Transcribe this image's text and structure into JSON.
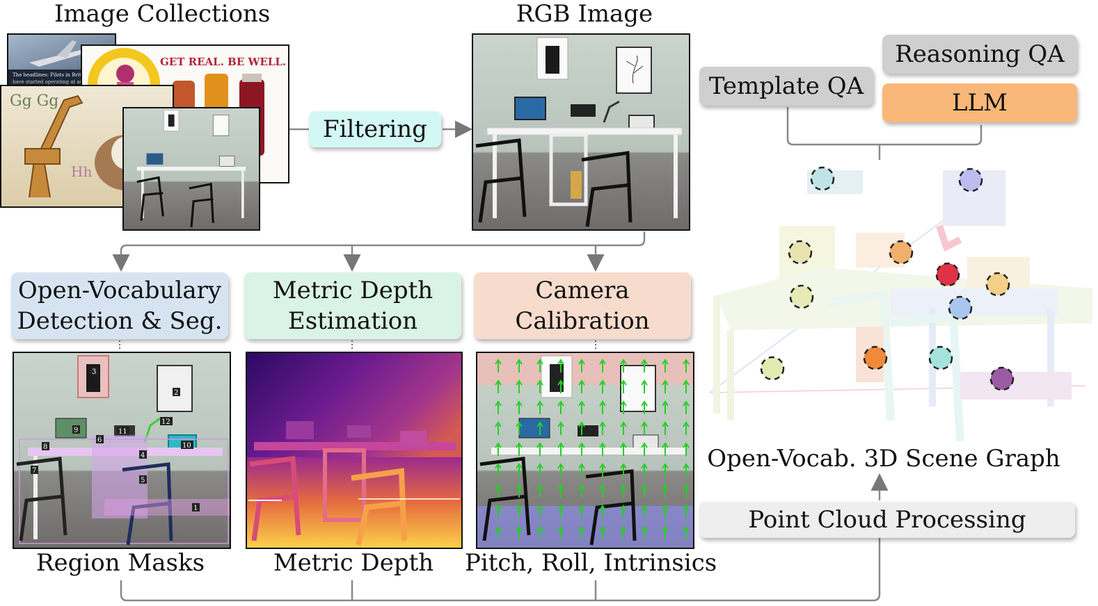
{
  "headers": {
    "image_collections": "Image Collections",
    "rgb_image": "RGB Image"
  },
  "collage_text": {
    "news_line1": "The headlines: Pilots in Britain",
    "news_line2": "have started operating at air",
    "banner": "GET REAL. BE WELL.",
    "letters1": "Gg Gg",
    "letters2": "Hh"
  },
  "steps": {
    "filtering": "Filtering",
    "detection_line1": "Open-Vocabulary",
    "detection_line2": "Detection & Seg.",
    "depth_line1": "Metric Depth",
    "depth_line2": "Estimation",
    "camera_line1": "Camera",
    "camera_line2": "Calibration",
    "point_cloud": "Point Cloud Processing",
    "template_qa": "Template QA",
    "reasoning_qa": "Reasoning QA",
    "llm": "LLM"
  },
  "outputs": {
    "region_masks": "Region Masks",
    "metric_depth": "Metric Depth",
    "pitch_roll": "Pitch, Roll, Intrinsics",
    "scene_graph": "Open-Vocab. 3D Scene Graph"
  },
  "mask_ids": [
    "1",
    "2",
    "3",
    "4",
    "5",
    "6",
    "7",
    "8",
    "9",
    "10",
    "11",
    "12"
  ],
  "colors": {
    "filtering_box": "#d3f7f4",
    "detection_box": "#d6e4f2",
    "depth_box": "#d9f3e6",
    "camera_box": "#f7dccd",
    "qa_box": "#cfcfcf",
    "llm_box": "#f9b879",
    "pcp_box": "#eeeeee"
  }
}
